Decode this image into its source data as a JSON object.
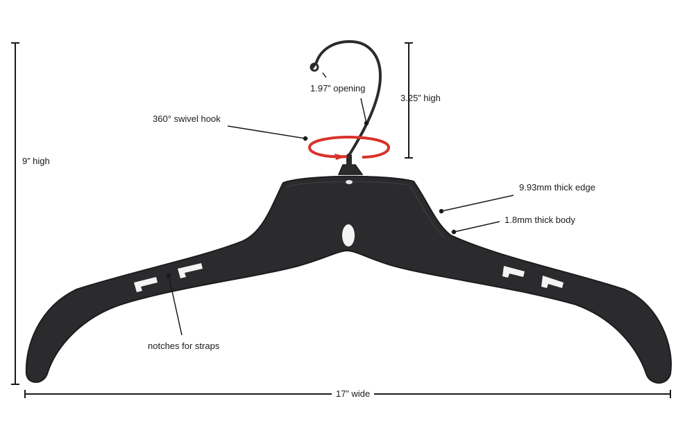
{
  "labels": {
    "height_total": "9” high",
    "hook_opening": "1.97” opening",
    "hook_height": "3.25” high",
    "swivel": "360° swivel hook",
    "edge_thickness": "9.93mm thick edge",
    "body_thickness": "1.8mm thick body",
    "notches": "notches for straps",
    "width_total": "17” wide"
  },
  "colors": {
    "hanger": "#2b2b2d",
    "hanger_edge": "#1c1c1e",
    "swivel_arrow": "#d8322b",
    "lines": "#1a1a1a"
  }
}
